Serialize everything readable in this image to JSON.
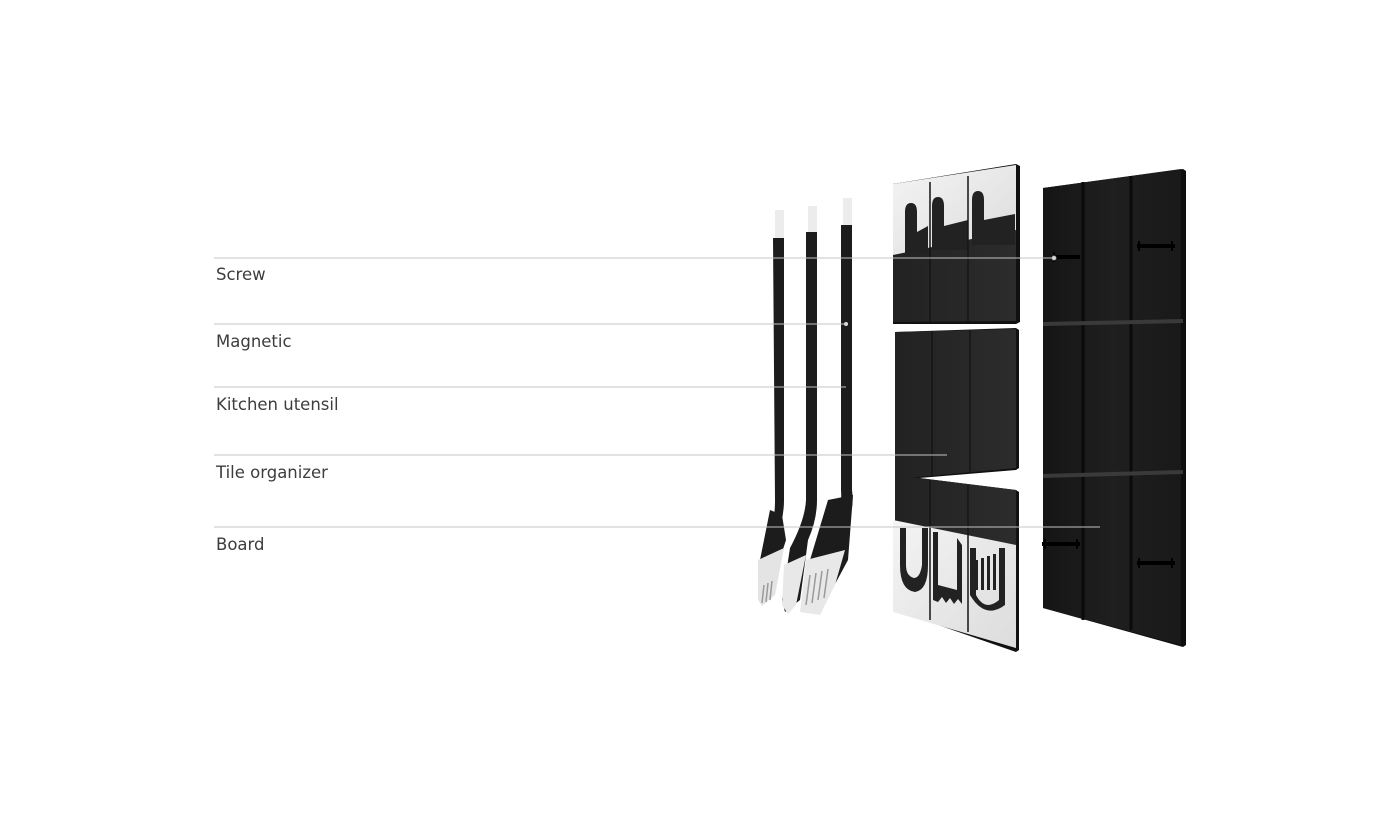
{
  "labels": {
    "screw": "Screw",
    "magnetic": "Magnetic",
    "kitchen_utensil": "Kitchen utensil",
    "tile_organizer": "Tile organizer",
    "board": "Board"
  },
  "colors": {
    "leader_line": "#c4c4c4",
    "label_text": "#3d3d3d",
    "part_black": "#1c1c1c",
    "part_white": "#ececec",
    "background": "#ffffff"
  }
}
